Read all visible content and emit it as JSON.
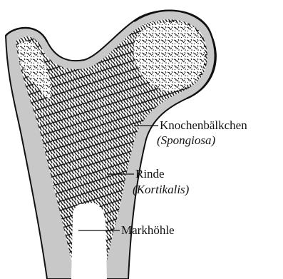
{
  "labels": {
    "spongiosa_name": "Knochenbälkchen",
    "spongiosa_latin": "(Spongiosa)",
    "cortex_name": "Rinde",
    "cortex_latin": "(Kortikalis)",
    "marrow_name": "Markhöhle"
  },
  "colors": {
    "background": "#ffffff",
    "ink": "#111111",
    "cortex_fill": "#c8c8c8"
  }
}
